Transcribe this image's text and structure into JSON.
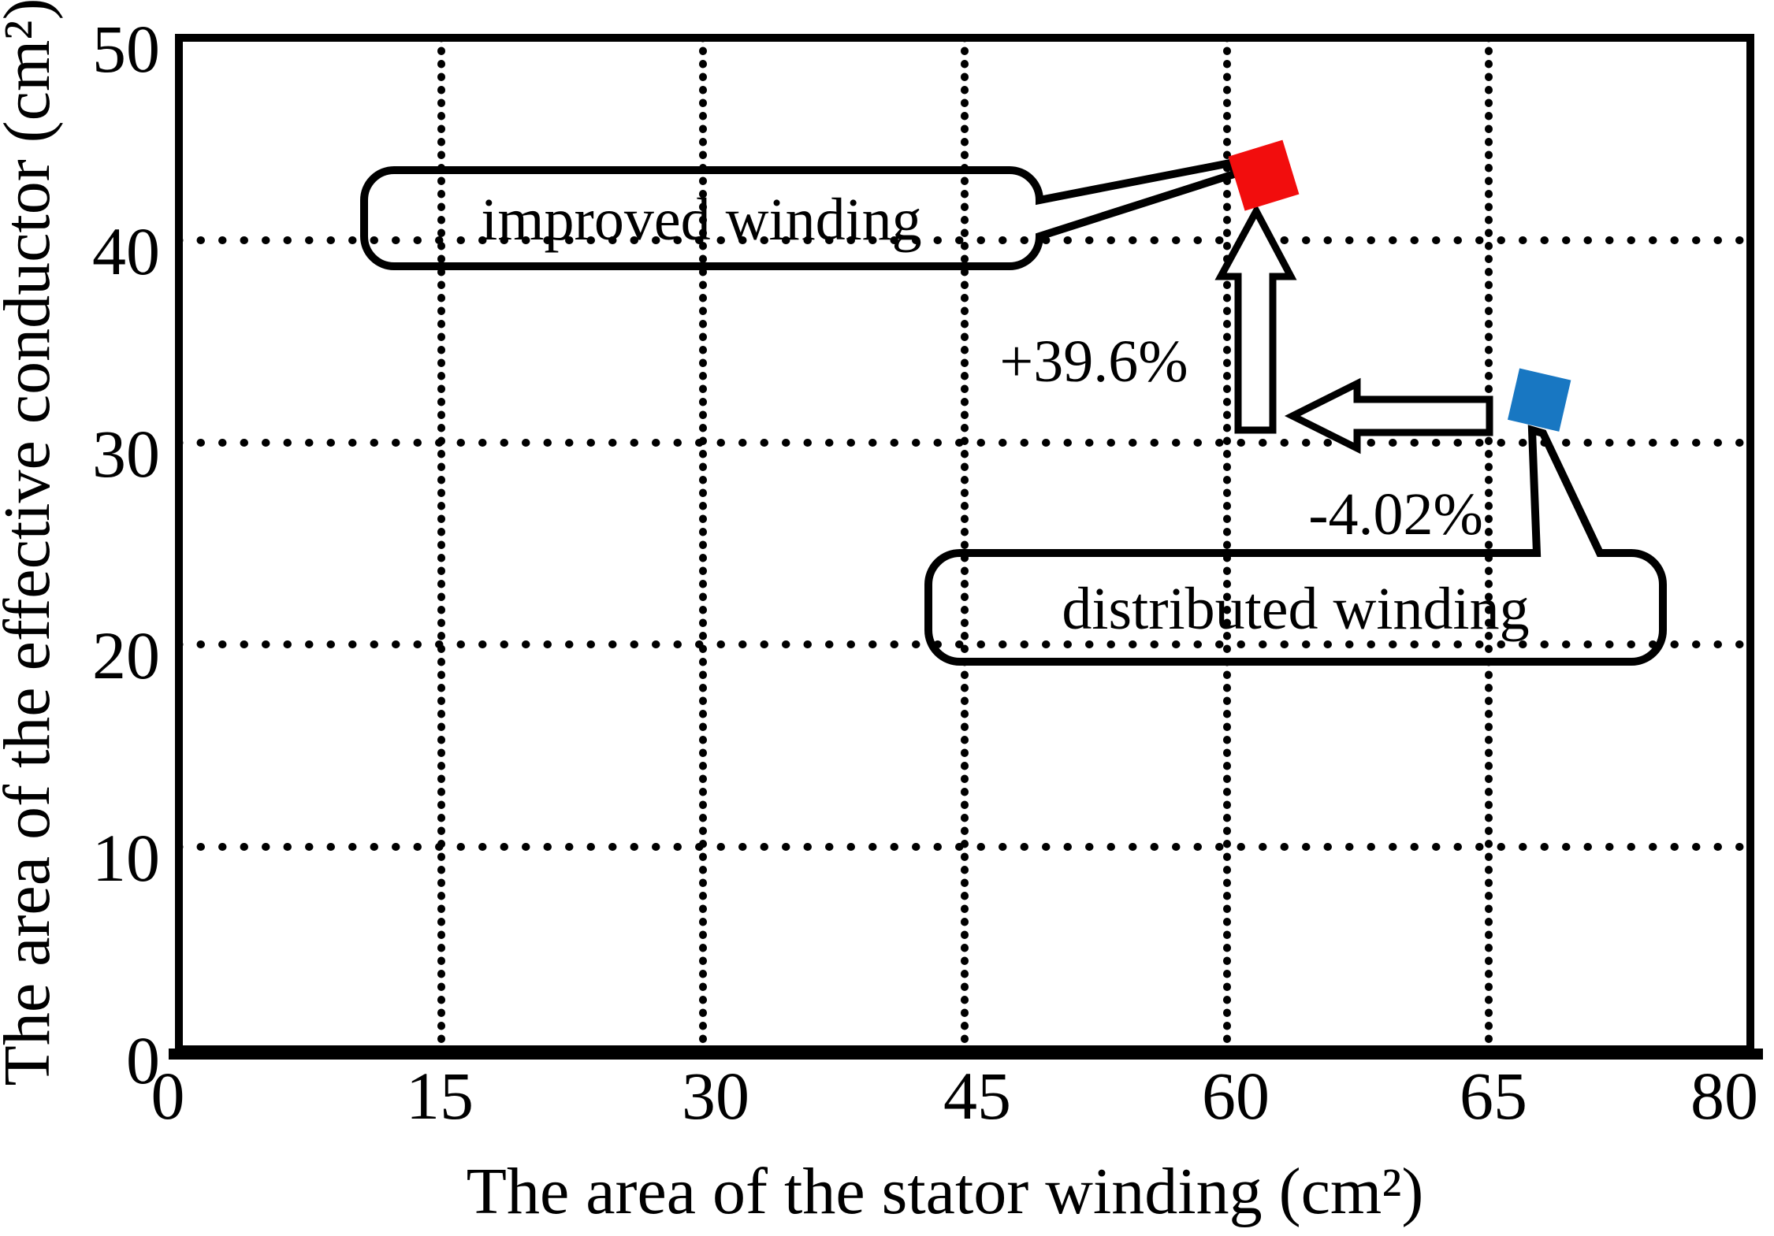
{
  "chart_data": {
    "type": "scatter",
    "title": "",
    "xlabel": "The area of the stator winding (cm²)",
    "ylabel": "The area of the effective conductor (cm²)",
    "x_tick_labels": [
      "0",
      "15",
      "30",
      "45",
      "60",
      "65",
      "80"
    ],
    "y_tick_labels": [
      "50",
      "40",
      "30",
      "20",
      "10",
      "0"
    ],
    "ylim": [
      0,
      50
    ],
    "grid": "dotted",
    "legend_position": "none",
    "series": [
      {
        "name": "improved winding",
        "marker": "rotated-square",
        "color": "#f20d0d",
        "x": 60.7,
        "y": 43.2
      },
      {
        "name": "distributed winding",
        "marker": "rotated-square",
        "color": "#1877c2",
        "x": 67.9,
        "y": 32.1
      }
    ],
    "annotations": [
      {
        "text": "+39.6%",
        "arrow": "up-block-arrow",
        "meaning": "increase of effective conductor area vs distributed winding"
      },
      {
        "text": "-4.02%",
        "arrow": "left-block-arrow",
        "meaning": "change of stator winding area vs distributed winding"
      }
    ],
    "callouts": [
      {
        "label": "improved winding",
        "points_to": "red rotated square"
      },
      {
        "label": "distributed winding",
        "points_to": "blue rotated square"
      }
    ],
    "colors": {
      "axis": "#000000",
      "grid": "#000000",
      "improved": "#f20d0d",
      "distributed": "#1877c2"
    }
  }
}
